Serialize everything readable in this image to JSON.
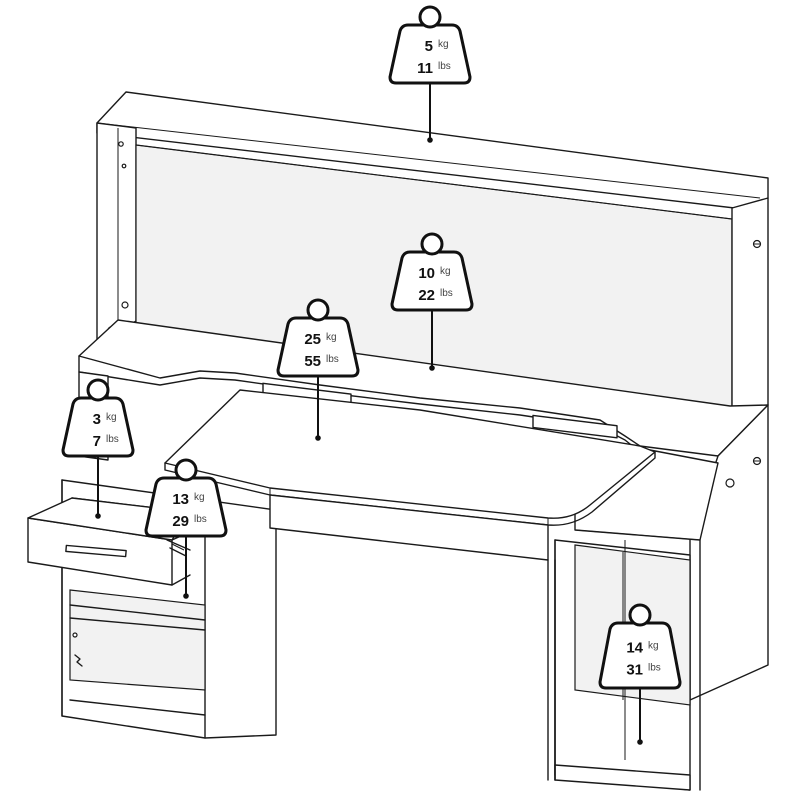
{
  "weights": [
    {
      "id": "hutch-top-shelf",
      "kg_value": "5",
      "kg_unit": "kg",
      "lbs_value": "11",
      "lbs_unit": "lbs"
    },
    {
      "id": "hutch-back-shelf",
      "kg_value": "10",
      "kg_unit": "kg",
      "lbs_value": "22",
      "lbs_unit": "lbs"
    },
    {
      "id": "desktop",
      "kg_value": "25",
      "kg_unit": "kg",
      "lbs_value": "55",
      "lbs_unit": "lbs"
    },
    {
      "id": "drawer",
      "kg_value": "3",
      "kg_unit": "kg",
      "lbs_value": "7",
      "lbs_unit": "lbs"
    },
    {
      "id": "keyboard-tray",
      "kg_value": "13",
      "kg_unit": "kg",
      "lbs_value": "29",
      "lbs_unit": "lbs"
    },
    {
      "id": "right-cabinet-shelf",
      "kg_value": "14",
      "kg_unit": "kg",
      "lbs_value": "31",
      "lbs_unit": "lbs"
    }
  ]
}
